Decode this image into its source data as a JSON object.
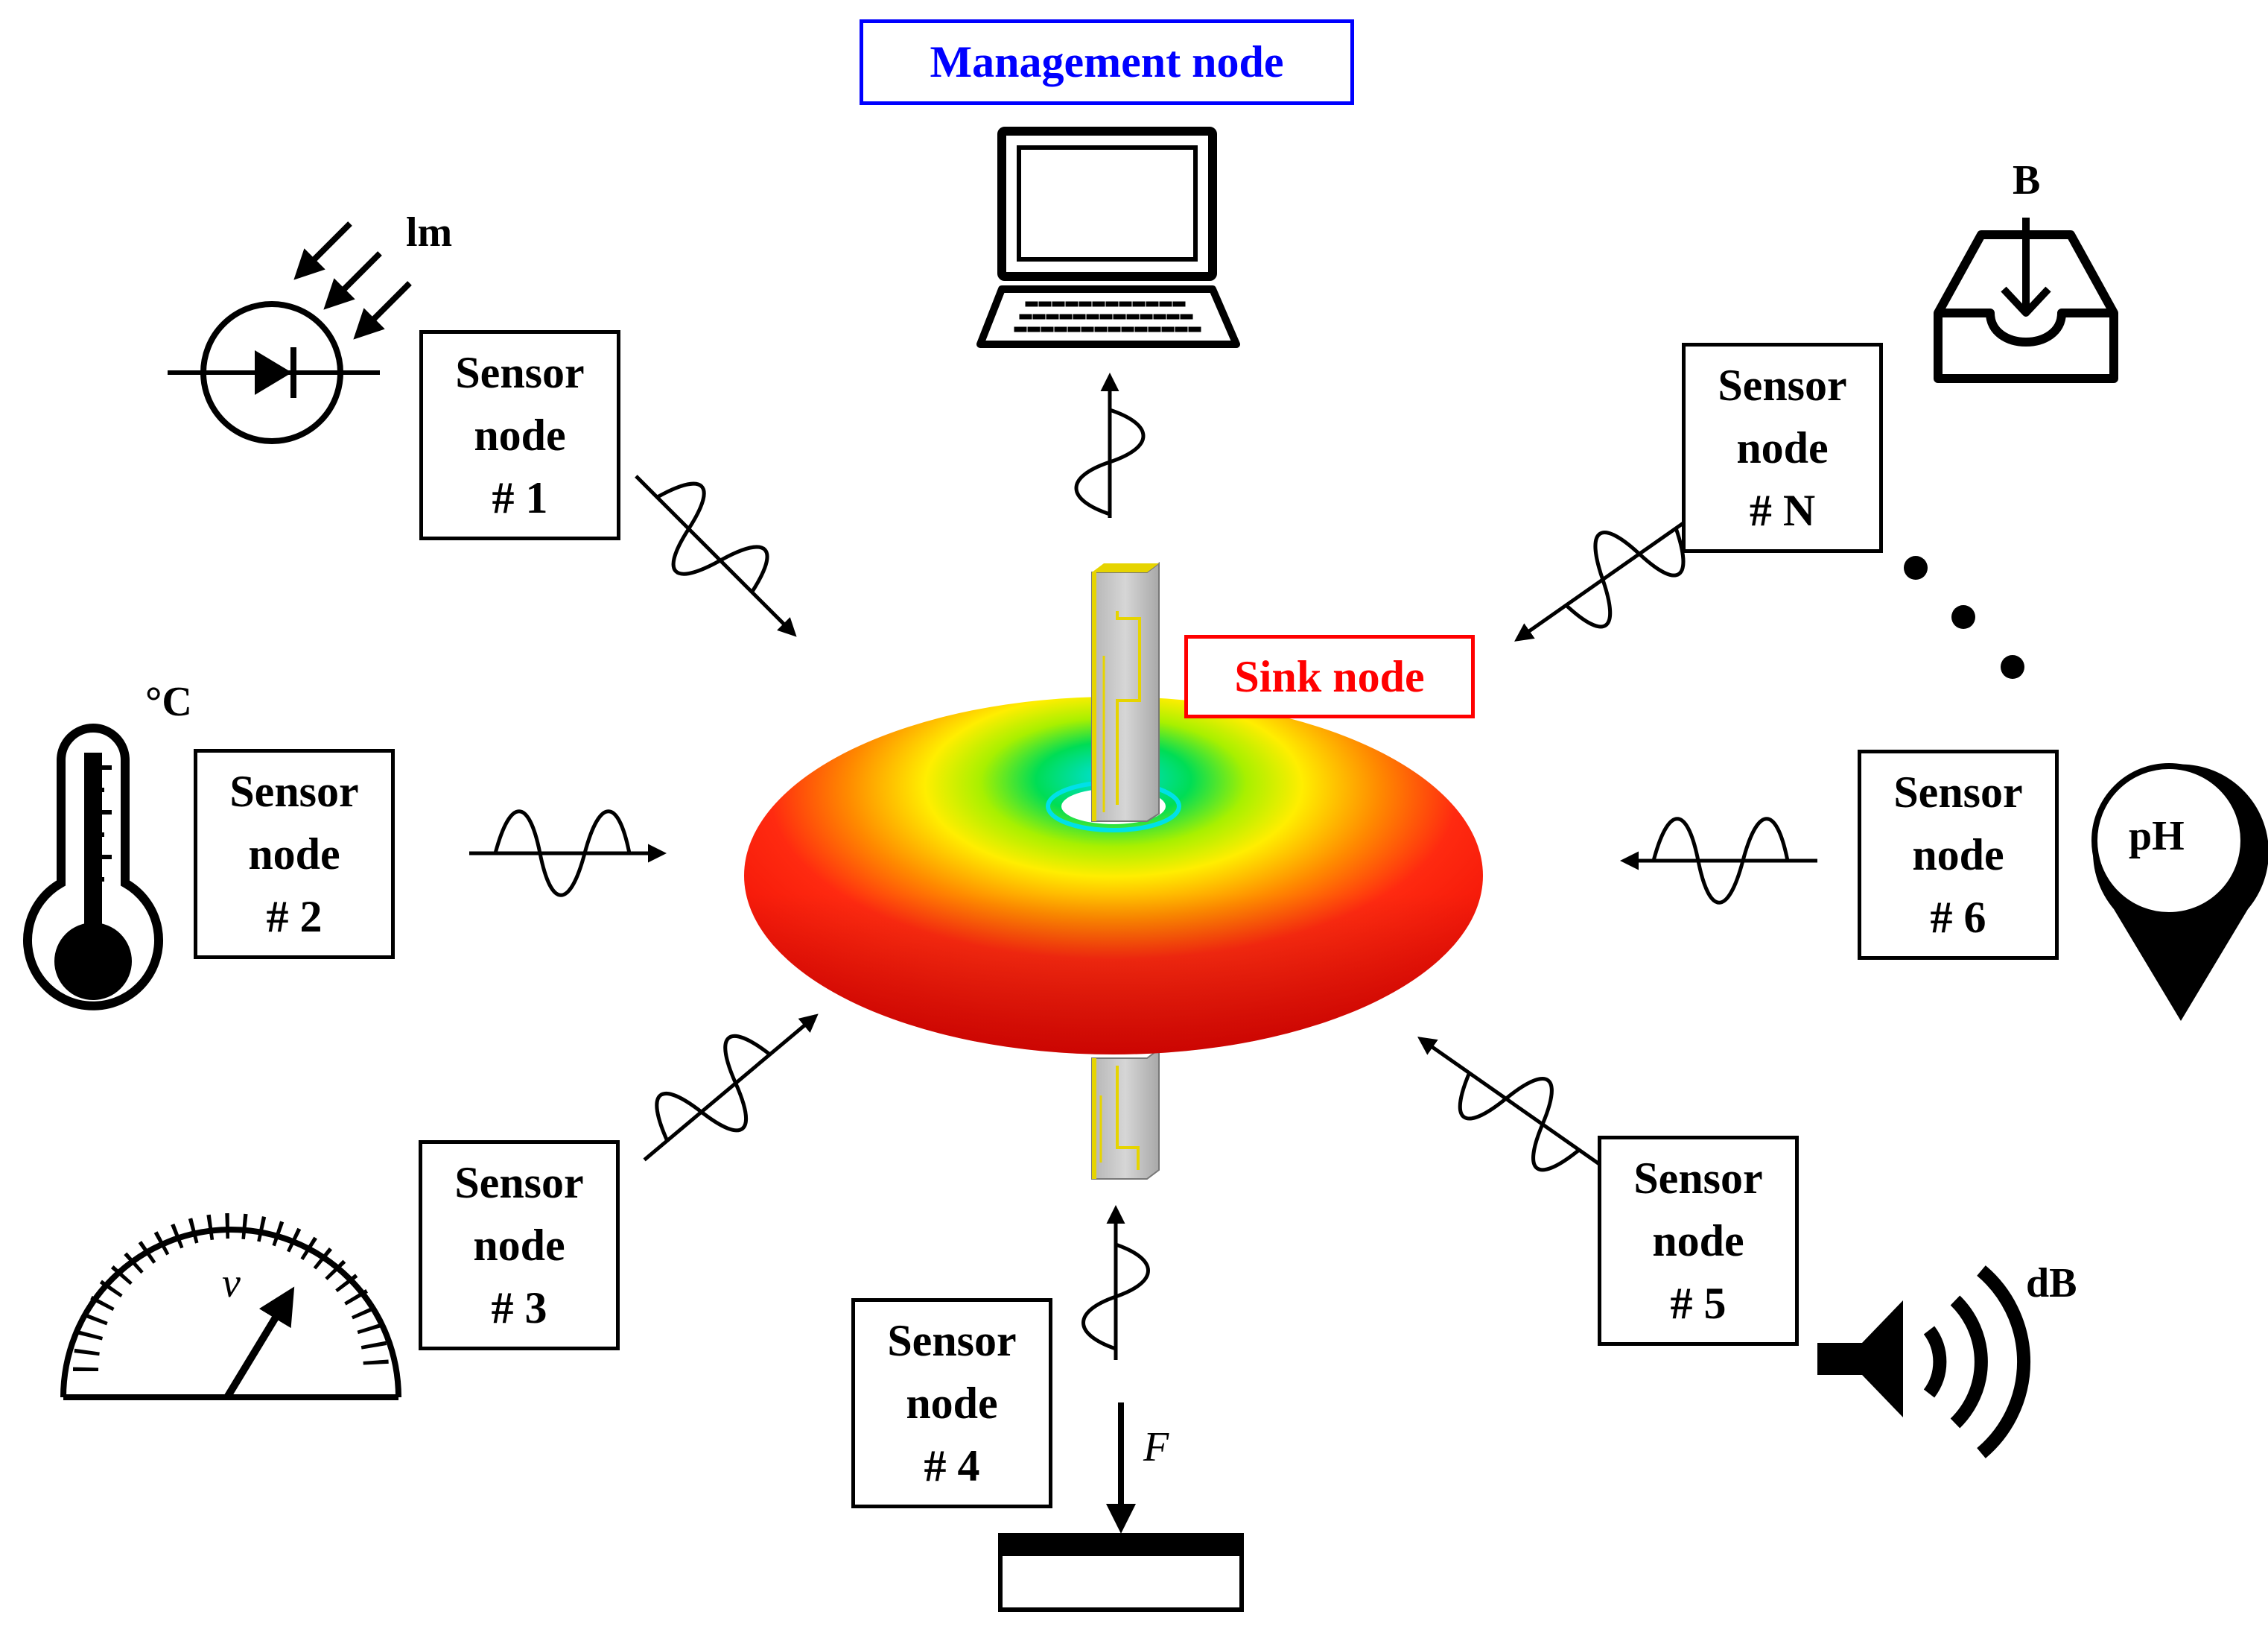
{
  "management_node": {
    "label": "Management node",
    "color": "#0000ff"
  },
  "sink_node": {
    "label": "Sink node",
    "color": "#ff0000"
  },
  "sensor_nodes": [
    {
      "lines": [
        "Sensor",
        "node",
        "# 1"
      ],
      "sensor_icon": "photodiode-icon",
      "unit": "lm"
    },
    {
      "lines": [
        "Sensor",
        "node",
        "# 2"
      ],
      "sensor_icon": "thermometer-icon",
      "unit": "°C"
    },
    {
      "lines": [
        "Sensor",
        "node",
        "# 3"
      ],
      "sensor_icon": "speedometer-icon",
      "unit": "v"
    },
    {
      "lines": [
        "Sensor",
        "node",
        "# 4"
      ],
      "sensor_icon": "force-plate-icon",
      "unit": "F"
    },
    {
      "lines": [
        "Sensor",
        "node",
        "# 5"
      ],
      "sensor_icon": "speaker-icon",
      "unit": "dB"
    },
    {
      "lines": [
        "Sensor",
        "node",
        "# 6"
      ],
      "sensor_icon": "ph-drop-icon",
      "unit": "pH"
    },
    {
      "lines": [
        "Sensor",
        "node",
        "# N"
      ],
      "sensor_icon": "magnetic-tray-icon",
      "unit": "B"
    }
  ],
  "colors": {
    "pattern_outer": "#ff1a0d",
    "pattern_mid": "#ffee00",
    "pattern_inner": "#00dd55",
    "pattern_core": "#00e0e8",
    "antenna_board": "#c8c8c8",
    "antenna_trace": "#e6d400"
  }
}
